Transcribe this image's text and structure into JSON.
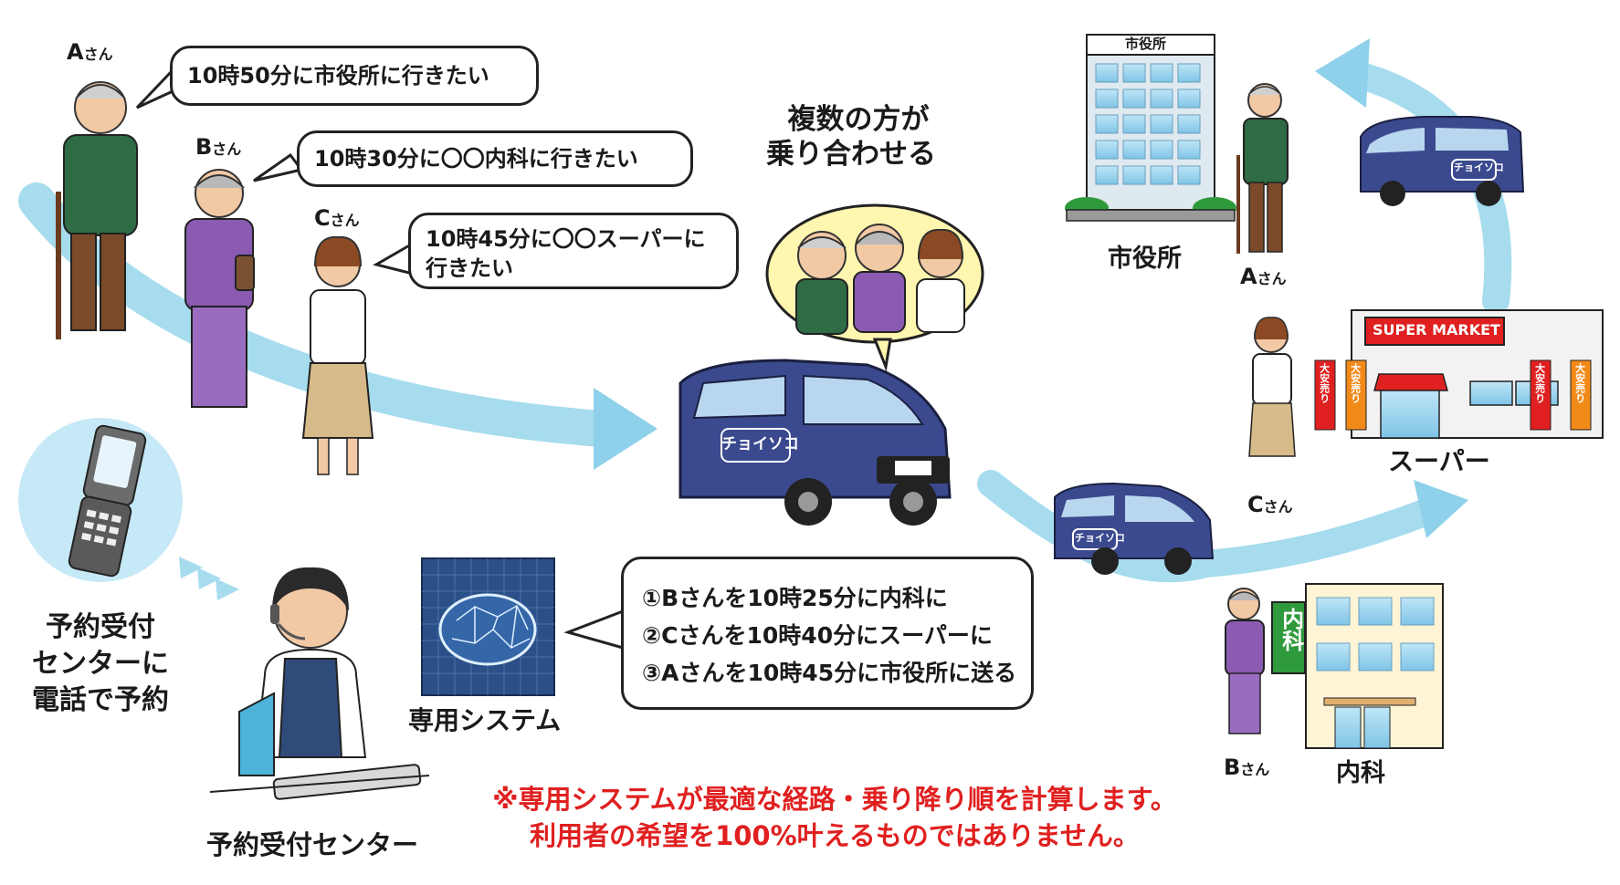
{
  "persons": {
    "a": {
      "letter": "A",
      "suffix": "さん",
      "request": "10時50分に市役所に行きたい"
    },
    "b": {
      "letter": "B",
      "suffix": "さん",
      "request": "10時30分に〇〇内科に行きたい"
    },
    "c": {
      "letter": "C",
      "suffix": "さん",
      "request_line1": "10時45分に〇〇スーパーに",
      "request_line2": "行きたい"
    }
  },
  "rideshare": {
    "line1": "複数の方が",
    "line2": "乗り合わせる"
  },
  "van_logo": "チョイソコ",
  "phone_caption": {
    "line1": "予約受付",
    "line2": "センターに",
    "line3": "電話で予約"
  },
  "system": {
    "label": "専用システム"
  },
  "center": {
    "label": "予約受付センター"
  },
  "schedule": [
    "①Bさんを10時25分に内科に",
    "②Cさんを10時40分にスーパーに",
    "③Aさんを10時45分に市役所に送る"
  ],
  "destinations": {
    "city_hall": {
      "sign": "市役所",
      "label": "市役所"
    },
    "supermarket": {
      "sign": "SUPER MARKET",
      "label": "スーパー",
      "banner": "大安売り"
    },
    "clinic": {
      "sign": "内科",
      "label": "内科"
    }
  },
  "note": {
    "line1": "※専用システムが最適な経路・乗り降り順を計算します。",
    "line2": "利用者の希望を100%叶えるものではありません。"
  },
  "colors": {
    "arrow": "#a6dcee",
    "van": "#3b4a8f",
    "note_red": "#e02020",
    "bubble_yellow": "#fff7b0",
    "phone_circle": "#c6e9f7",
    "clinic_green": "#2f9a3c"
  }
}
